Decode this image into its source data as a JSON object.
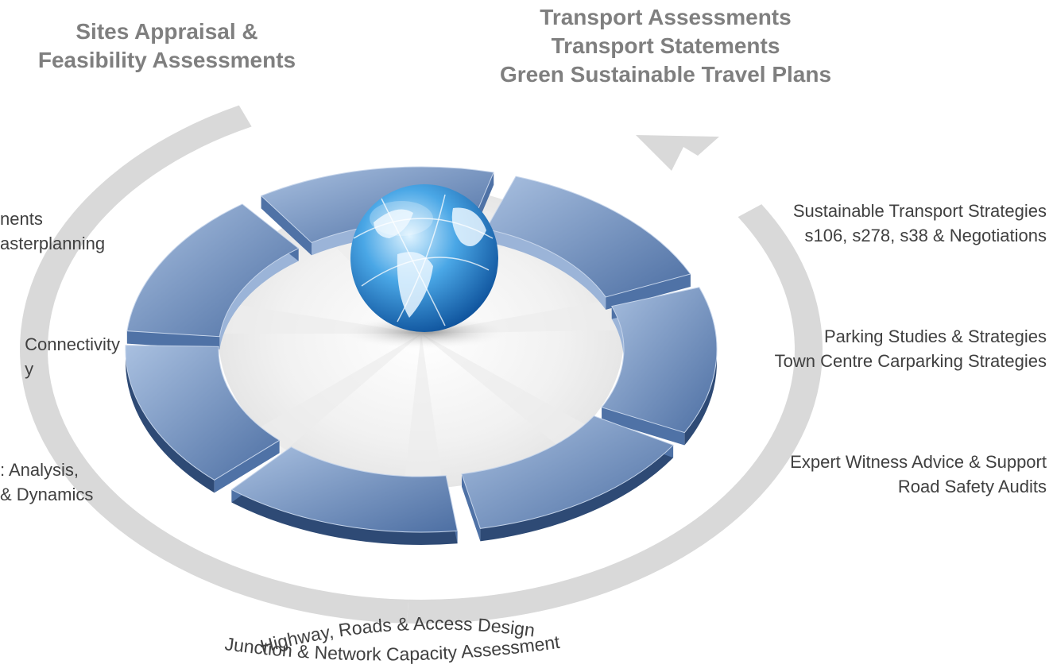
{
  "headings": {
    "top_left": [
      "Sites Appraisal &",
      "Feasibility Assessments"
    ],
    "top_right": [
      "Transport Assessments",
      "Transport Statements",
      "Green Sustainable Travel Plans"
    ]
  },
  "left_labels": {
    "first": [
      "nents",
      "asterplanning"
    ],
    "second": [
      "Connectivity",
      "y"
    ],
    "third": [
      ": Analysis,",
      "& Dynamics"
    ]
  },
  "right_labels": {
    "first": [
      "Sustainable Transport Strategies",
      "s106, s278, s38 & Negotiations"
    ],
    "second": [
      "Parking Studies & Strategies",
      "Town Centre Carparking Strategies"
    ],
    "third": [
      "Expert Witness Advice & Support",
      "Road Safety Audits"
    ]
  },
  "bottom_curved": [
    "Highway, Roads & Access Design",
    "Junction & Network Capacity Assessment"
  ],
  "diagram": {
    "segment_count": 7,
    "globe_icon": "globe-icon",
    "colors": {
      "arrow": "#d9d9d9",
      "segment_light": "#9bb4d8",
      "segment_dark": "#4f72a6",
      "segment_edge": "#2e4a75",
      "heading": "#7f7f7f",
      "label": "#404040"
    }
  }
}
